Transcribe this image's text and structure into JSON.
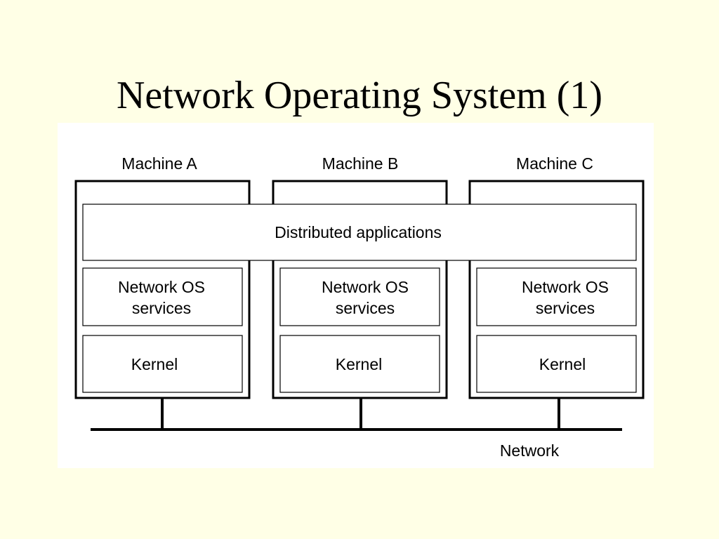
{
  "slide": {
    "title": "Network Operating System (1)"
  },
  "diagram": {
    "machines": [
      {
        "name": "Machine A",
        "services": [
          "Network OS",
          "services"
        ],
        "kernel": "Kernel"
      },
      {
        "name": "Machine B",
        "services": [
          "Network OS",
          "services"
        ],
        "kernel": "Kernel"
      },
      {
        "name": "Machine C",
        "services": [
          "Network OS",
          "services"
        ],
        "kernel": "Kernel"
      }
    ],
    "shared_layer": "Distributed applications",
    "network_label": "Network",
    "colors": {
      "slide_background": "#ffffe6",
      "panel_background": "#ffffff",
      "line": "#000000"
    }
  }
}
